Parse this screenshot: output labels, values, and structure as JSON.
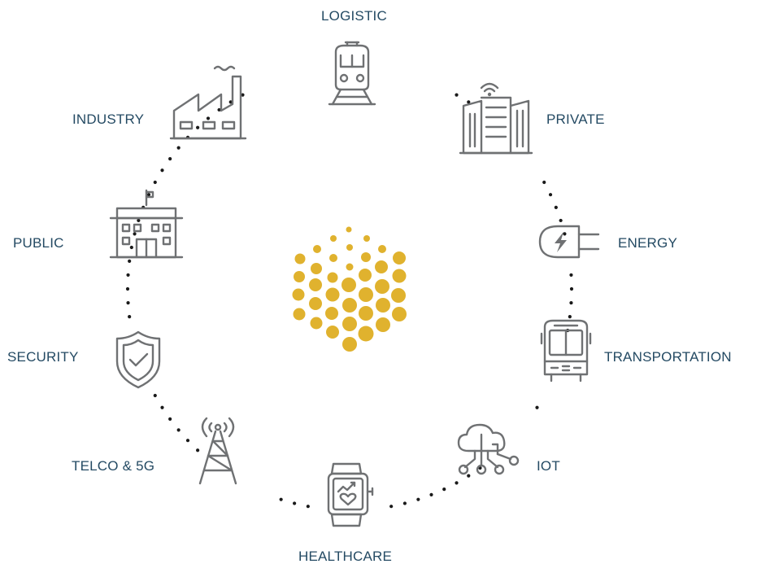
{
  "labels": {
    "logistic": "LOGISTIC",
    "private": "PRIVATE",
    "energy": "ENERGY",
    "transportation": "TRANSPORTATION",
    "iot": "IOT",
    "healthcare": "HEALTHCARE",
    "telco": "TELCO & 5G",
    "security": "SECURITY",
    "public": "PUBLIC",
    "industry": "INDUSTRY"
  },
  "colors": {
    "label": "#244a63",
    "icon_stroke": "#6f7173",
    "dots": "#1a1a1a",
    "logo": "#e0b22e"
  },
  "icons": [
    "train-icon",
    "building-wifi-icon",
    "plug-icon",
    "bus-icon",
    "cloud-network-icon",
    "smartwatch-icon",
    "antenna-tower-icon",
    "shield-check-icon",
    "government-building-icon",
    "factory-icon"
  ]
}
